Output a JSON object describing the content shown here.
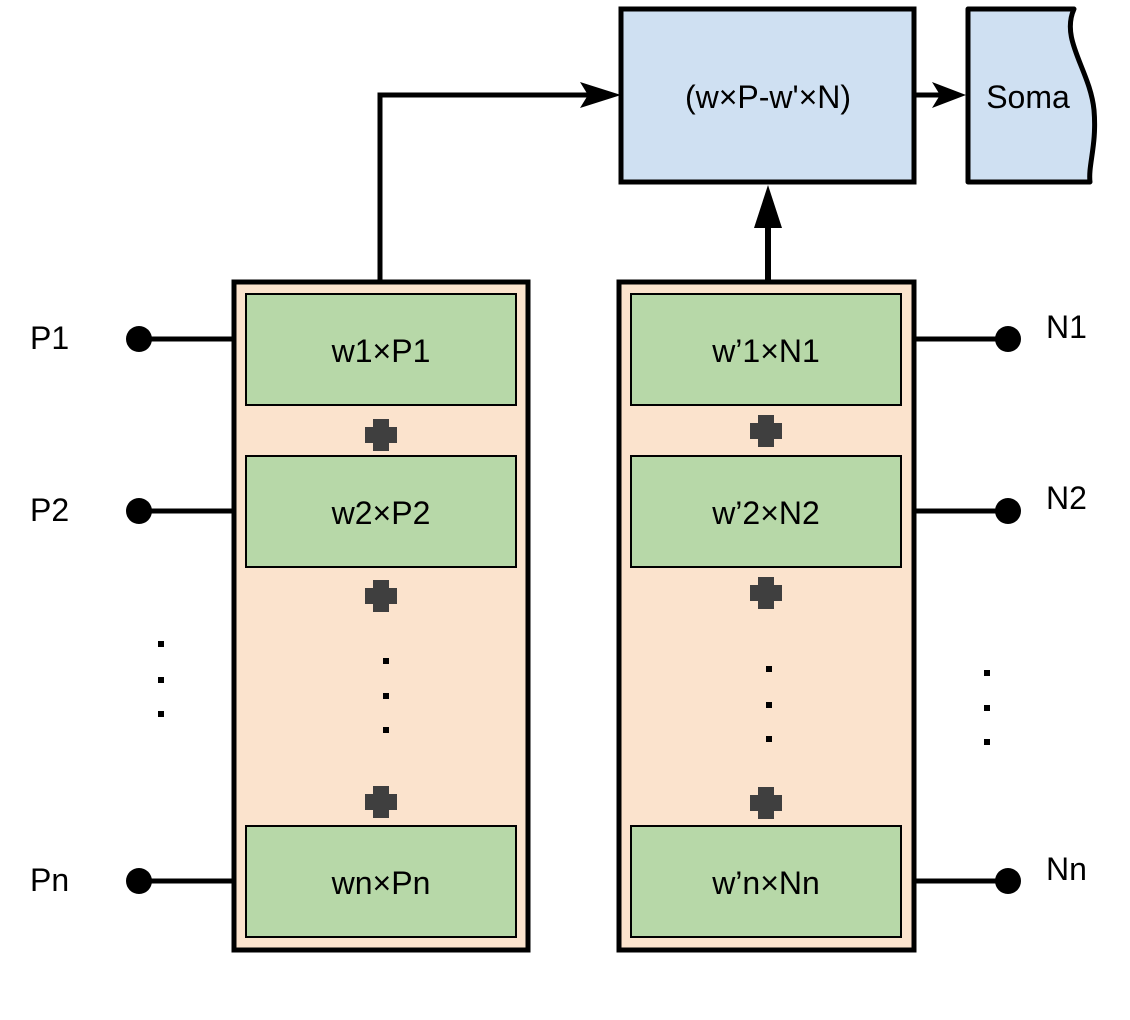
{
  "diagram": {
    "positive_inputs": [
      "P1",
      "P2",
      "Pn"
    ],
    "negative_inputs": [
      "N1",
      "N2",
      "Nn"
    ],
    "positive_terms": [
      "w1×P1",
      "w2×P2",
      "wn×Pn"
    ],
    "negative_terms": [
      "w’1×N1",
      "w’2×N2",
      "w’n×Nn"
    ],
    "combine_label": "(w×P-w'×N)",
    "output_label": "Soma",
    "colors": {
      "column_fill": "#fbe3cd",
      "term_fill": "#b7d8a8",
      "combine_fill": "#cfe0f2",
      "plus_fill": "#3f3f3f",
      "stroke": "#000000"
    },
    "icons": [
      "plus-icon",
      "ellipsis-icon",
      "arrow-icon"
    ]
  }
}
